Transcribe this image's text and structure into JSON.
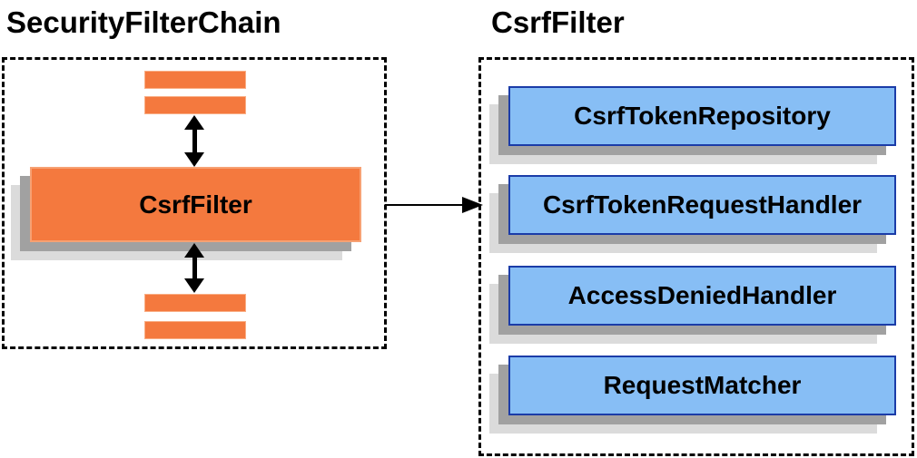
{
  "left_panel": {
    "title": "SecurityFilterChain",
    "filter_box_label": "CsrfFilter"
  },
  "right_panel": {
    "title": "CsrfFilter",
    "components": [
      {
        "label": "CsrfTokenRepository"
      },
      {
        "label": "CsrfTokenRequestHandler"
      },
      {
        "label": "AccessDeniedHandler"
      },
      {
        "label": "RequestMatcher"
      }
    ]
  },
  "icons": {
    "top_connector": "double-headed-vertical-arrow",
    "bottom_connector": "double-headed-vertical-arrow",
    "flow_connector": "right-arrow"
  },
  "colors": {
    "filter_orange": "#F4793E",
    "component_blue": "#87BEF5",
    "component_border_blue": "#1B3CA8",
    "shadow_dark": "#A1A1A1",
    "shadow_light": "#DBDBDB",
    "dashed_border": "#000000",
    "arrow": "#000000",
    "background": "#FFFFFF"
  }
}
